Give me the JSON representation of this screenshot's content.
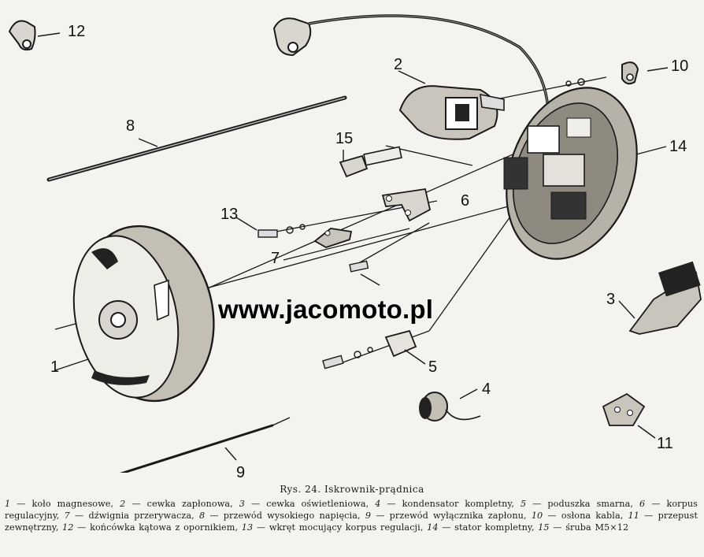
{
  "watermark": "www.jacomoto.pl",
  "caption": "Rys. 24. Iskrownik-prądnica",
  "callouts": [
    "1",
    "2",
    "3",
    "4",
    "5",
    "6",
    "7",
    "8",
    "9",
    "10",
    "11",
    "12",
    "13",
    "14",
    "15"
  ],
  "legend": [
    {
      "n": "1",
      "text": "koło magnesowe"
    },
    {
      "n": "2",
      "text": "cewka zapłonowa"
    },
    {
      "n": "3",
      "text": "cewka oświetleniowa"
    },
    {
      "n": "4",
      "text": "kondensator kompletny"
    },
    {
      "n": "5",
      "text": "poduszka smarna"
    },
    {
      "n": "6",
      "text": "korpus regulacyjny"
    },
    {
      "n": "7",
      "text": "dźwignia przerywacza"
    },
    {
      "n": "8",
      "text": "przewód wysokiego napięcia"
    },
    {
      "n": "9",
      "text": "przewód wyłącznika zapłonu"
    },
    {
      "n": "10",
      "text": "osłona kabla"
    },
    {
      "n": "11",
      "text": "przepust zewnętrzny"
    },
    {
      "n": "12",
      "text": "końcówka kątowa z opornikiem"
    },
    {
      "n": "13",
      "text": "wkręt mocujący korpus regulacji"
    },
    {
      "n": "14",
      "text": "stator kompletny"
    },
    {
      "n": "15",
      "text": "śruba M5×12"
    }
  ]
}
